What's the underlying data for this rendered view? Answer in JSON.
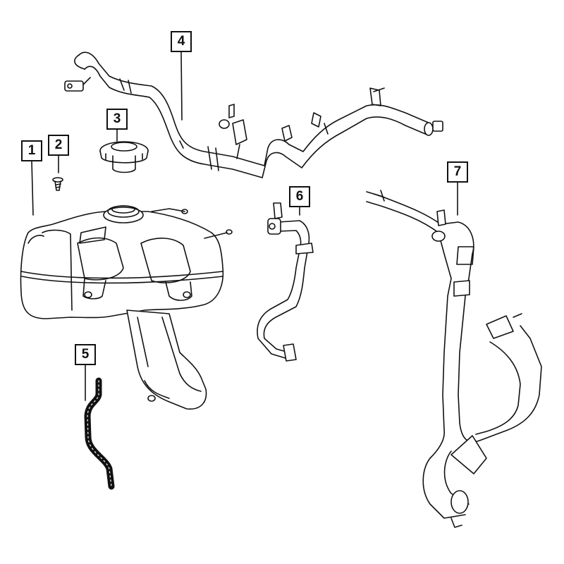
{
  "callouts": {
    "c1": "1",
    "c2": "2",
    "c3": "3",
    "c4": "4",
    "c5": "5",
    "c6": "6",
    "c7": "7"
  },
  "colors": {
    "line": "#111111",
    "fill": "#ffffff",
    "hose_5": "#111111"
  }
}
